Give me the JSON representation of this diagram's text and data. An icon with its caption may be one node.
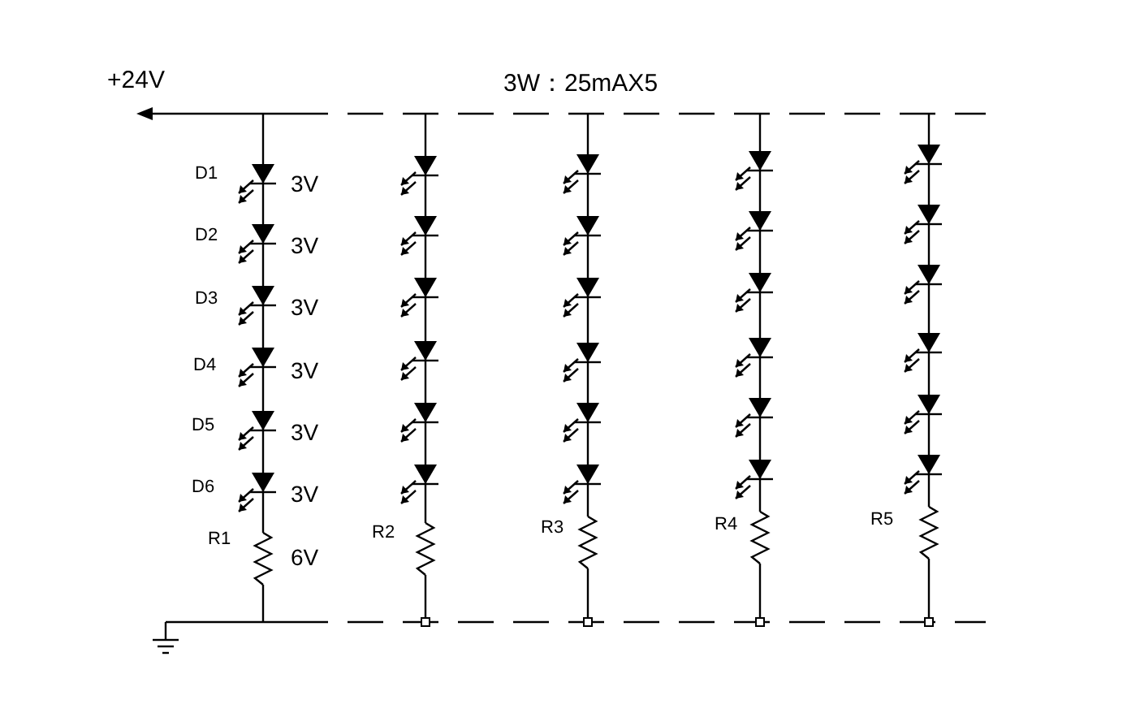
{
  "diagram": {
    "labels": [
      "+24V",
      "3W：25mAX5",
      "D1",
      "3V",
      "D2",
      "3V",
      "D3",
      "3V",
      "D4",
      "3V",
      "D5",
      "3V",
      "D6",
      "3V",
      "R1",
      "R2",
      "R3",
      "R4",
      "R5",
      "6V"
    ]
  }
}
